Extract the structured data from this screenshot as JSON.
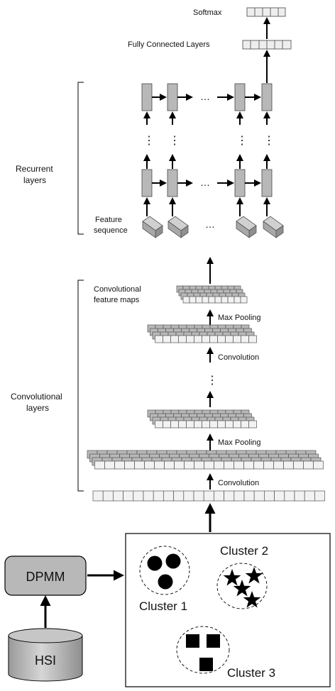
{
  "labels": {
    "softmax": "Softmax",
    "fully_connected": "Fully Connected Layers",
    "recurrent_line1": "Recurrent",
    "recurrent_line2": "layers",
    "feature_line1": "Feature",
    "feature_line2": "sequence",
    "conv_maps_line1": "Convolutional",
    "conv_maps_line2": "feature maps",
    "max_pooling_top": "Max Pooling",
    "convolution_mid": "Convolution",
    "convolutional_line1": "Convolutional",
    "convolutional_line2": "layers",
    "max_pooling_bottom": "Max Pooling",
    "convolution_bottom": "Convolution",
    "dpmm": "DPMM",
    "hsi": "HSI",
    "cluster1": "Cluster 1",
    "cluster2": "Cluster 2",
    "cluster3": "Cluster 3",
    "ellipsis": "…",
    "vdots": "⋮"
  },
  "colors": {
    "cell_gray": "#b8b8b8",
    "cell_light": "#f2f2f2",
    "shape_fill": "#c8c8c8",
    "line": "#000000"
  }
}
